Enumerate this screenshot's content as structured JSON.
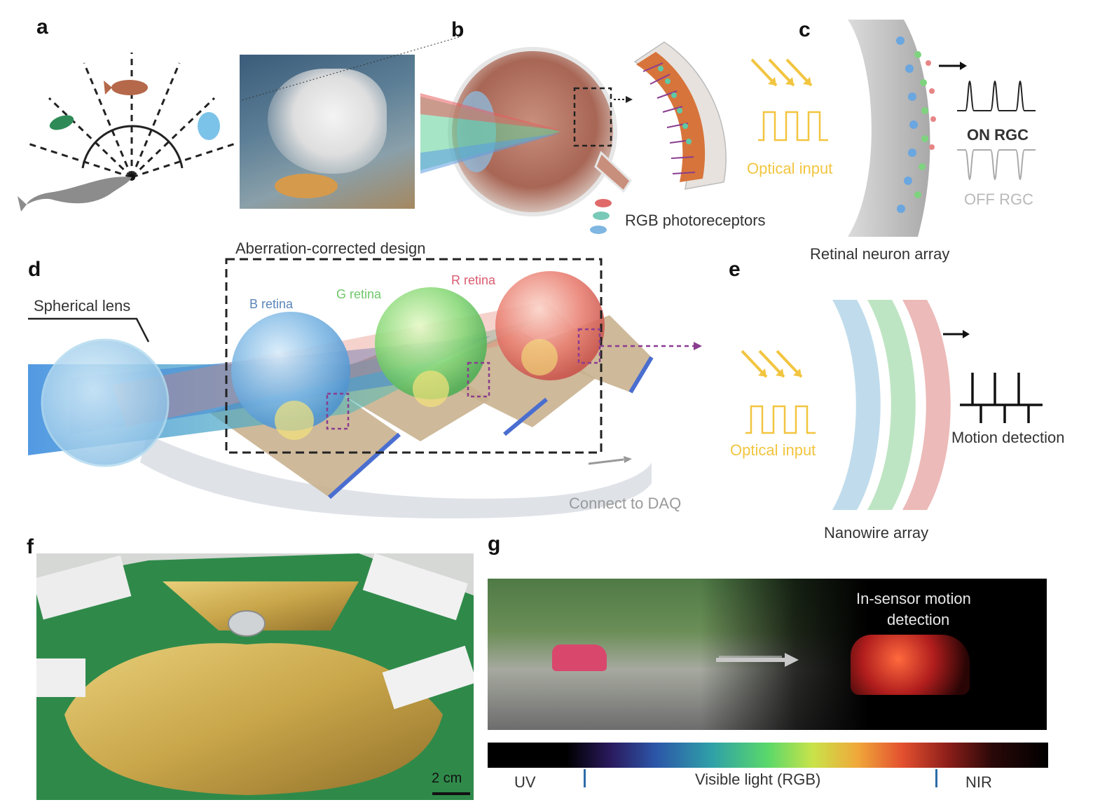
{
  "panels": {
    "a": "a",
    "b": "b",
    "c": "c",
    "d": "d",
    "e": "e",
    "f": "f",
    "g": "g"
  },
  "labels": {
    "rgb_photoreceptors": "RGB photoreceptors",
    "optical_input_b": "Optical input",
    "on_rgc": "ON RGC",
    "off_rgc": "OFF RGC",
    "retinal_neuron_array": "Retinal neuron array",
    "aberration_corrected_design": "Aberration-corrected design",
    "spherical_lens": "Spherical lens",
    "b_retina": "B retina",
    "g_retina": "G retina",
    "r_retina": "R retina",
    "connect_to_daq": "Connect to DAQ",
    "optical_input_e": "Optical input",
    "motion_detection": "Motion detection",
    "nanowire_array": "Nanowire array",
    "scale_bar": "2 cm",
    "in_sensor_motion_detection_line1": "In-sensor motion",
    "in_sensor_motion_detection_line2": "detection",
    "uv": "UV",
    "visible_light": "Visible light (RGB)",
    "nir": "NIR"
  },
  "colors": {
    "blue_retina": "#6fb4e6",
    "green_retina": "#7fd77f",
    "red_retina": "#e8736c",
    "optical_yellow": "#f2c540",
    "gold": "#c9a64a",
    "board_green": "#2f8a4a",
    "dash_purple": "#8a3d8f"
  }
}
